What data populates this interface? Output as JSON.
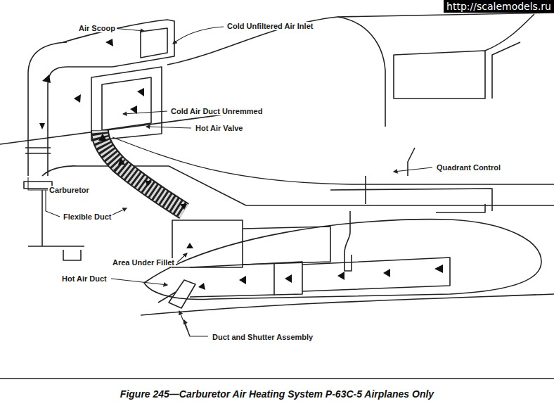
{
  "diagram": {
    "caption": "Figure 245—Carburetor Air Heating System P-63C-5 Airplanes Only",
    "labels": [
      "Air Scoop",
      "Cold Unfiltered Air Inlet",
      "Cold Air Duct Unremmed",
      "Hot Air Valve",
      "Quadrant Control",
      "Carburetor",
      "Flexible Duct",
      "Area Under Fillet",
      "Hot Air Duct",
      "Duct and Shutter Assembly",
      "http://scalemodels.ru"
    ]
  }
}
